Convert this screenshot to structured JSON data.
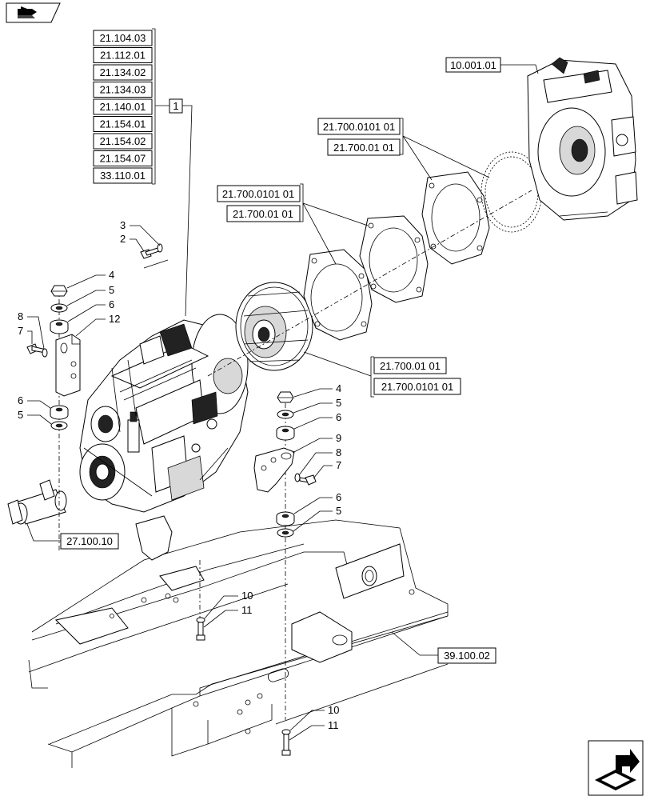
{
  "nav": {
    "prev_icon": "hand-pointer-left-icon",
    "next_icon": "arrow-cube-next-icon"
  },
  "ref_group_1": [
    "21.104.03",
    "21.112.01",
    "21.134.02",
    "21.134.03",
    "21.140.01",
    "21.154.01",
    "21.154.02",
    "21.154.07",
    "33.110.01"
  ],
  "ref_group_1_item": "1",
  "ref_engine": "10.001.01",
  "ref_gasket_a": [
    "21.700.0101 01",
    "21.700.01 01"
  ],
  "ref_gasket_b": [
    "21.700.0101 01",
    "21.700.01 01"
  ],
  "ref_converter": [
    "21.700.01 01",
    "21.700.0101 01"
  ],
  "ref_driveshaft": "27.100.10",
  "ref_frame": "39.100.02",
  "callouts": {
    "c3": "3",
    "c2": "2",
    "c4_left": "4",
    "c5_left": "5",
    "c6_left": "6",
    "c12": "12",
    "c8_left": "8",
    "c7_left": "7",
    "c6_left_b": "6",
    "c5_left_b": "5",
    "c4_right": "4",
    "c5_right": "5",
    "c6_right": "6",
    "c9": "9",
    "c8_right": "8",
    "c7_right": "7",
    "c6_right_b": "6",
    "c5_right_b": "5",
    "c10_a": "10",
    "c11_a": "11",
    "c10_b": "10",
    "c11_b": "11"
  }
}
